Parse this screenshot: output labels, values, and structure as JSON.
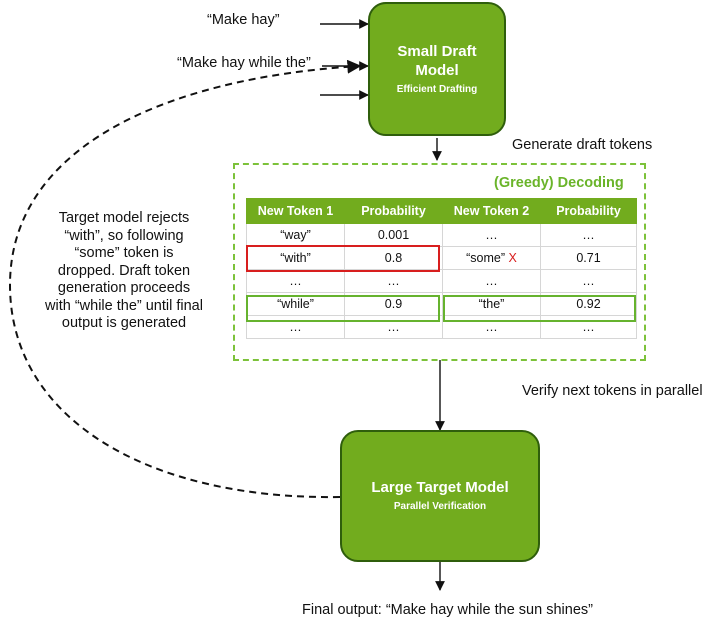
{
  "inputs": [
    "“Make hay”",
    "“Make hay while the”"
  ],
  "draft_model": {
    "title_line1": "Small Draft",
    "title_line2": "Model",
    "subtitle": "Efficient Drafting"
  },
  "generate_label": "Generate draft tokens",
  "decoding_title": "(Greedy) Decoding",
  "table": {
    "headers": [
      "New Token 1",
      "Probability",
      "New Token 2",
      "Probability"
    ],
    "rows": [
      [
        "“way”",
        "0.001",
        "…",
        "…"
      ],
      [
        "“with”",
        "0.8",
        "“some”",
        "0.71"
      ],
      [
        "…",
        "…",
        "…",
        "…"
      ],
      [
        "“while”",
        "0.9",
        "“the”",
        "0.92"
      ],
      [
        "…",
        "…",
        "…",
        "…"
      ]
    ],
    "reject_mark": "X"
  },
  "side_note": [
    "Target model rejects",
    "“with”, so following",
    "“some” token is",
    "dropped. Draft token",
    "generation proceeds",
    "with “while the” until final",
    "output is generated"
  ],
  "verify_label": "Verify next tokens in parallel",
  "target_model": {
    "title": "Large Target Model",
    "subtitle": "Parallel Verification"
  },
  "final_output": "Final output: “Make hay while the sun shines”",
  "colors": {
    "green": "#72ac1e",
    "green_dark": "#2f5e0c",
    "dashed_green": "#7cc23a",
    "red": "#d81e1e"
  }
}
